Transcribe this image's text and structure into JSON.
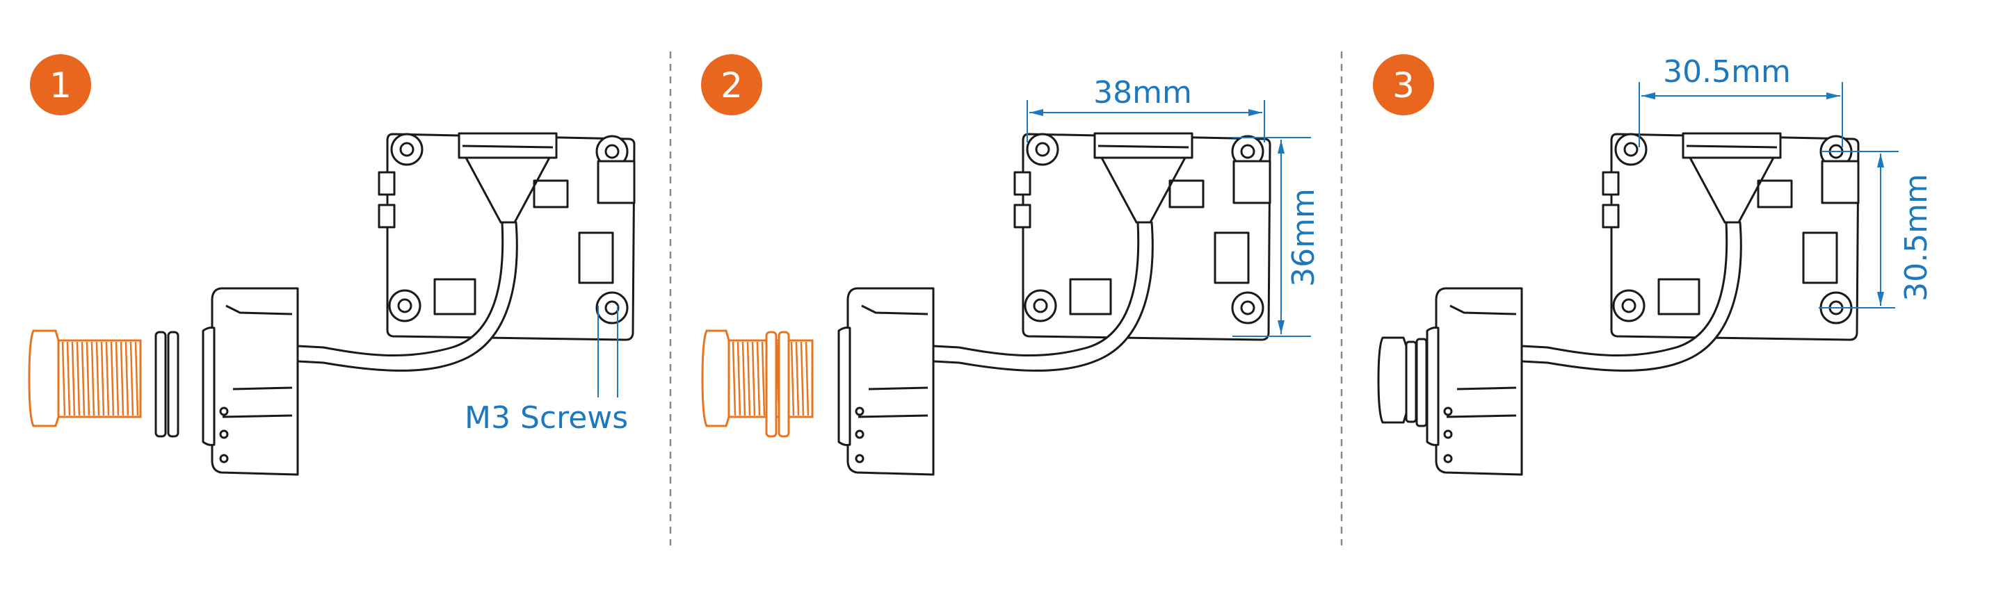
{
  "steps": [
    {
      "number": "1",
      "label": "M3 Screws"
    },
    {
      "number": "2",
      "width_label": "38mm",
      "height_label": "36mm"
    },
    {
      "number": "3",
      "width_label": "30.5mm",
      "height_label": "30.5mm"
    }
  ],
  "colors": {
    "accent": "#e8661e",
    "dimension": "#1d79bd",
    "line": "#1a1a1a"
  }
}
